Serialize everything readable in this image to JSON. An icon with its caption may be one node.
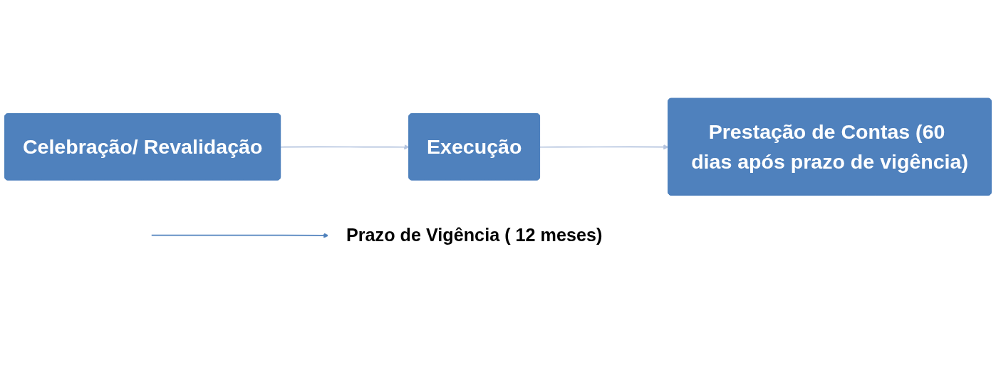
{
  "diagram": {
    "nodes": [
      {
        "text": [
          "Celebração/ Revalidação"
        ]
      },
      {
        "text": [
          "Execução"
        ]
      },
      {
        "text": [
          "Prestação de Contas (60 dias após prazo de vigência)"
        ]
      },
      {
        "text": [
          "Prazo de Vigência ( 12 meses)"
        ]
      }
    ],
    "edges": [
      {
        "from": 0,
        "to": 1,
        "arrow": "to"
      },
      {
        "from": 1,
        "to": 2,
        "arrow": "to"
      },
      {
        "from": null,
        "to": 3,
        "arrow": "to",
        "color": "#4f81bd"
      }
    ]
  }
}
